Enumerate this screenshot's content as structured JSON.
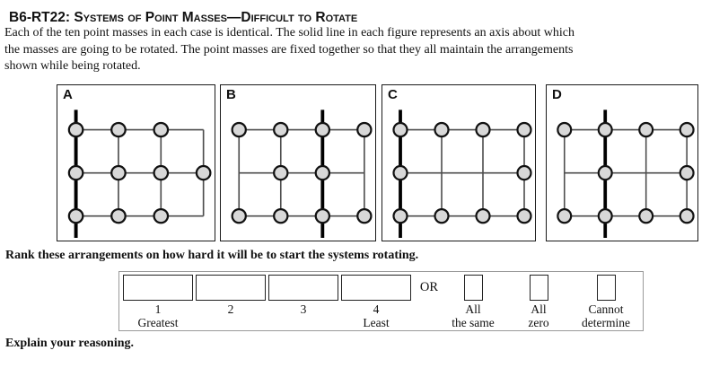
{
  "header": {
    "title": "B6-RT22: Systems of Point Masses—Difficult to Rotate",
    "description_lines": [
      "Each of the ten point masses in each case is identical. The solid line in each figure represents an axis about which",
      "the masses are going to be rotated. The point masses are fixed together so that they all maintain the arrangements",
      "shown while being rotated."
    ]
  },
  "figures": {
    "panels": [
      {
        "label": "A",
        "axis_col": 0,
        "masses": [
          [
            0,
            0
          ],
          [
            1,
            0
          ],
          [
            2,
            0
          ],
          [
            0,
            1
          ],
          [
            1,
            1
          ],
          [
            2,
            1
          ],
          [
            3,
            1
          ],
          [
            0,
            2
          ],
          [
            1,
            2
          ],
          [
            2,
            2
          ]
        ],
        "h_lines": [
          [
            0,
            0,
            3
          ],
          [
            1,
            0,
            3
          ],
          [
            2,
            0,
            3
          ]
        ],
        "v_lines": [
          [
            1,
            0,
            2
          ],
          [
            2,
            0,
            2
          ],
          [
            3,
            0,
            2
          ]
        ]
      },
      {
        "label": "B",
        "axis_col": 2,
        "masses": [
          [
            0,
            0
          ],
          [
            1,
            0
          ],
          [
            2,
            0
          ],
          [
            3,
            0
          ],
          [
            1,
            1
          ],
          [
            2,
            1
          ],
          [
            0,
            2
          ],
          [
            1,
            2
          ],
          [
            2,
            2
          ],
          [
            3,
            2
          ]
        ],
        "h_lines": [
          [
            0,
            0,
            3
          ],
          [
            1,
            0,
            3
          ],
          [
            2,
            0,
            3
          ]
        ],
        "v_lines": [
          [
            0,
            0,
            2
          ],
          [
            1,
            0,
            2
          ],
          [
            3,
            0,
            2
          ]
        ]
      },
      {
        "label": "C",
        "axis_col": 0,
        "masses": [
          [
            0,
            0
          ],
          [
            1,
            0
          ],
          [
            2,
            0
          ],
          [
            3,
            0
          ],
          [
            0,
            1
          ],
          [
            3,
            1
          ],
          [
            0,
            2
          ],
          [
            1,
            2
          ],
          [
            2,
            2
          ],
          [
            3,
            2
          ]
        ],
        "h_lines": [
          [
            0,
            0,
            3
          ],
          [
            1,
            0,
            3
          ],
          [
            2,
            0,
            3
          ]
        ],
        "v_lines": [
          [
            1,
            0,
            2
          ],
          [
            2,
            0,
            2
          ],
          [
            3,
            0,
            2
          ]
        ]
      },
      {
        "label": "D",
        "axis_col": 1,
        "masses": [
          [
            0,
            0
          ],
          [
            1,
            0
          ],
          [
            2,
            0
          ],
          [
            3,
            0
          ],
          [
            1,
            1
          ],
          [
            3,
            1
          ],
          [
            0,
            2
          ],
          [
            1,
            2
          ],
          [
            2,
            2
          ],
          [
            3,
            2
          ]
        ],
        "h_lines": [
          [
            0,
            0,
            3
          ],
          [
            1,
            0,
            3
          ],
          [
            2,
            0,
            3
          ]
        ],
        "v_lines": [
          [
            0,
            0,
            2
          ],
          [
            2,
            0,
            2
          ],
          [
            3,
            0,
            2
          ]
        ]
      }
    ],
    "colors": {
      "mass_fill": "#d8d8d8",
      "mass_stroke": "#111111",
      "line": "#4d4d4d",
      "axis": "#000000"
    }
  },
  "ranking": {
    "prompt": "Rank these arrangements on how hard it will be to start the systems rotating.",
    "slots": [
      {
        "number": "1",
        "sub": "Greatest"
      },
      {
        "number": "2",
        "sub": ""
      },
      {
        "number": "3",
        "sub": ""
      },
      {
        "number": "4",
        "sub": "Least"
      }
    ],
    "or_label": "OR",
    "or_options": [
      {
        "line1": "All",
        "line2": "the same"
      },
      {
        "line1": "All",
        "line2": "zero"
      },
      {
        "line1": "Cannot",
        "line2": "determine"
      }
    ],
    "explain_label": "Explain your reasoning."
  }
}
